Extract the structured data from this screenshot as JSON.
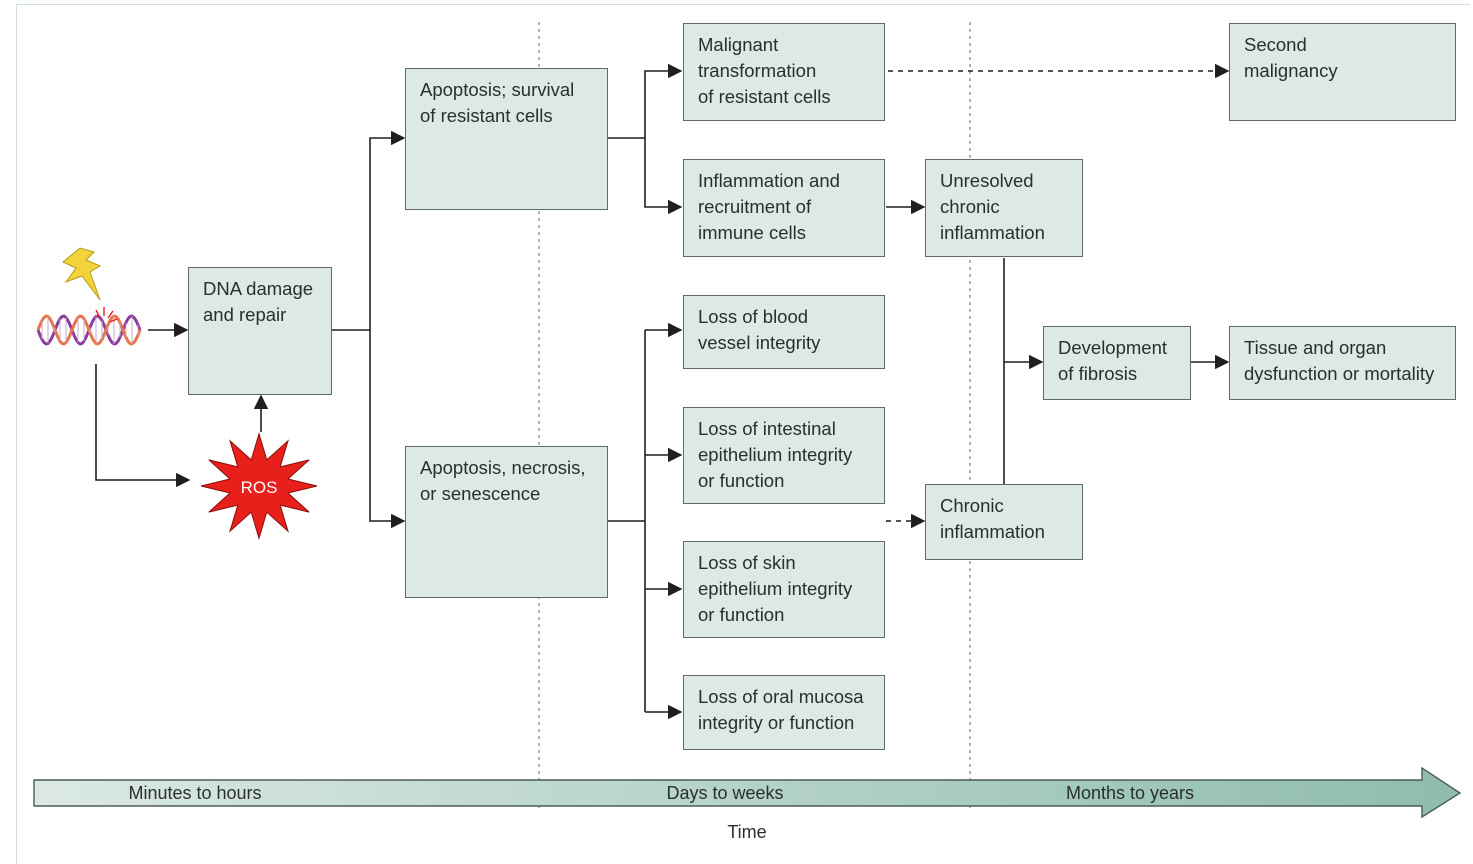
{
  "nodes": {
    "dna_damage": "DNA damage\nand repair",
    "apoptosis_survival": "Apoptosis; survival\nof resistant cells",
    "apoptosis_necrosis": "Apoptosis, necrosis,\nor senescence",
    "malignant": "Malignant\ntransformation\nof resistant cells",
    "inflammation_recruit": "Inflammation and\nrecruitment of\nimmune cells",
    "blood_vessel": "Loss of blood\nvessel integrity",
    "intestinal": "Loss of intestinal\nepithelium integrity\nor function",
    "skin": "Loss of skin\nepithelium integrity\nor function",
    "oral": "Loss of oral mucosa\nintegrity or function",
    "second_malignancy": "Second\nmalignancy",
    "unresolved": "Unresolved\nchronic\ninflammation",
    "chronic": "Chronic\ninflammation",
    "fibrosis": "Development\nof fibrosis",
    "tissue": "Tissue and organ\ndysfunction or mortality"
  },
  "ros": "ROS",
  "timeline": {
    "phase1": "Minutes to hours",
    "phase2": "Days to weeks",
    "phase3": "Months to years",
    "axis_label": "Time"
  },
  "colors": {
    "box_fill": "#dde9e3",
    "box_border": "#5e6b66",
    "ros_red": "#e8201c",
    "lightning": "#f3d23a",
    "dna_purple": "#8a3d9a",
    "dna_orange": "#e8744a",
    "cell_orange": "#d9962f",
    "cell_green": "#3e9a3c",
    "cell_brown": "#8a5a45",
    "timeline_fill": "#a9cbbf"
  }
}
